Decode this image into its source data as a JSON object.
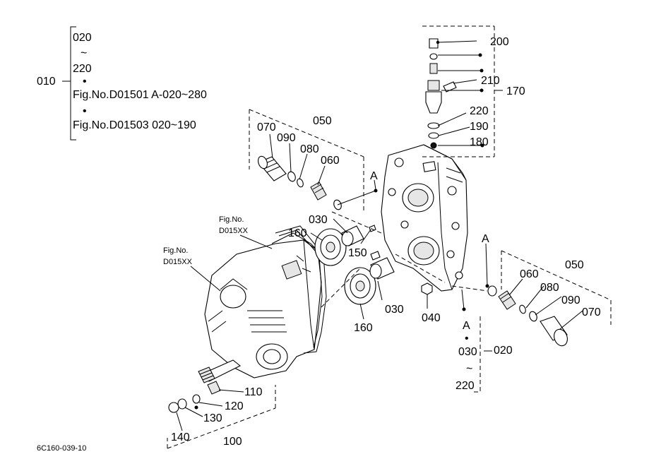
{
  "diagram_id": "6C160-039-10",
  "legend_010": {
    "key": "010",
    "range_start": "020",
    "tilde": "~",
    "range_end": "220",
    "bullet": "•",
    "ref_1": "Fig.No.D01501 A-020~280",
    "ref_2": "Fig.No.D01503 020~190"
  },
  "callouts": {
    "c070_left": "070",
    "c090_left": "090",
    "c080_left": "080",
    "c060_left": "060",
    "c050_left": "050",
    "a_top": "A",
    "c200": "200",
    "c210": "210",
    "c170": "170",
    "c220": "220",
    "c190": "190",
    "c180": "180",
    "c030_top": "030",
    "c160_top": "160",
    "c150": "150",
    "c030_bottom": "030",
    "c160_bottom": "160",
    "c040": "040",
    "a_right": "A",
    "c060_right": "060",
    "c050_right": "050",
    "c080_right": "080",
    "c090_right": "090",
    "c070_right": "070",
    "a_bottom": "A",
    "bottom_bullet": "•",
    "c030_range": "030",
    "c020": "020",
    "tilde_bottom": "~",
    "c220_bottom": "220",
    "c110": "110",
    "c120": "120",
    "c130": "130",
    "c140": "140",
    "c100": "100",
    "fig_ref_1_line1": "Fig.No.",
    "fig_ref_1_line2": "D015XX",
    "fig_ref_2_line1": "Fig.No.",
    "fig_ref_2_line2": "D015XX"
  }
}
